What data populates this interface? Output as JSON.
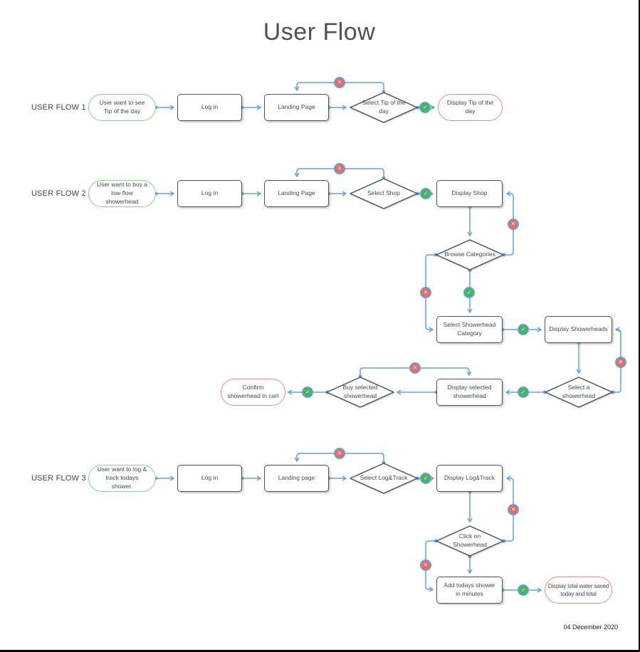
{
  "title": "User Flow",
  "date": "04 December 2020",
  "icons": {
    "yes": "✓",
    "no": "✕"
  },
  "colors": {
    "connector_blue": "#5f9fe8",
    "yes_green": "#45b854",
    "no_red": "#ee6a5f",
    "shape_border": "#4d5156",
    "start_border_green": "#7ed47e",
    "end_border_red": "#f0897f"
  },
  "flow1": {
    "label": "USER FLOW 1",
    "start": "User want to see Tip of the day",
    "login": "Log in",
    "landing": "Landing Page",
    "decision": "Select Tip of the day",
    "end": "Display Tip of the day"
  },
  "flow2": {
    "label": "USER FLOW 2",
    "start": "User want to buy a low-flow showerhead",
    "login": "Log in",
    "landing": "Landing Page",
    "decision_shop": "Select Shop",
    "display_shop": "Display Shop",
    "decision_browse": "Browse Categories",
    "select_category": "Select Showerhead Category",
    "display_showerheads": "Display Showerheads",
    "decision_select": "Select a showerhead",
    "display_selected": "Display selected showerhead",
    "decision_buy": "Buy selected showerhead",
    "end": "Confirm showerhead in cart"
  },
  "flow3": {
    "label": "USER FLOW 3",
    "start": "User want to log & track todays shower.",
    "login": "Log in",
    "landing": "Landing page",
    "decision_logtrack": "Select Log&Track",
    "display_logtrack": "Display Log&Track",
    "decision_click": "Click on Showerhead",
    "add_shower": "Add todays shower in minutes",
    "end": "Display total water saved today and total"
  }
}
